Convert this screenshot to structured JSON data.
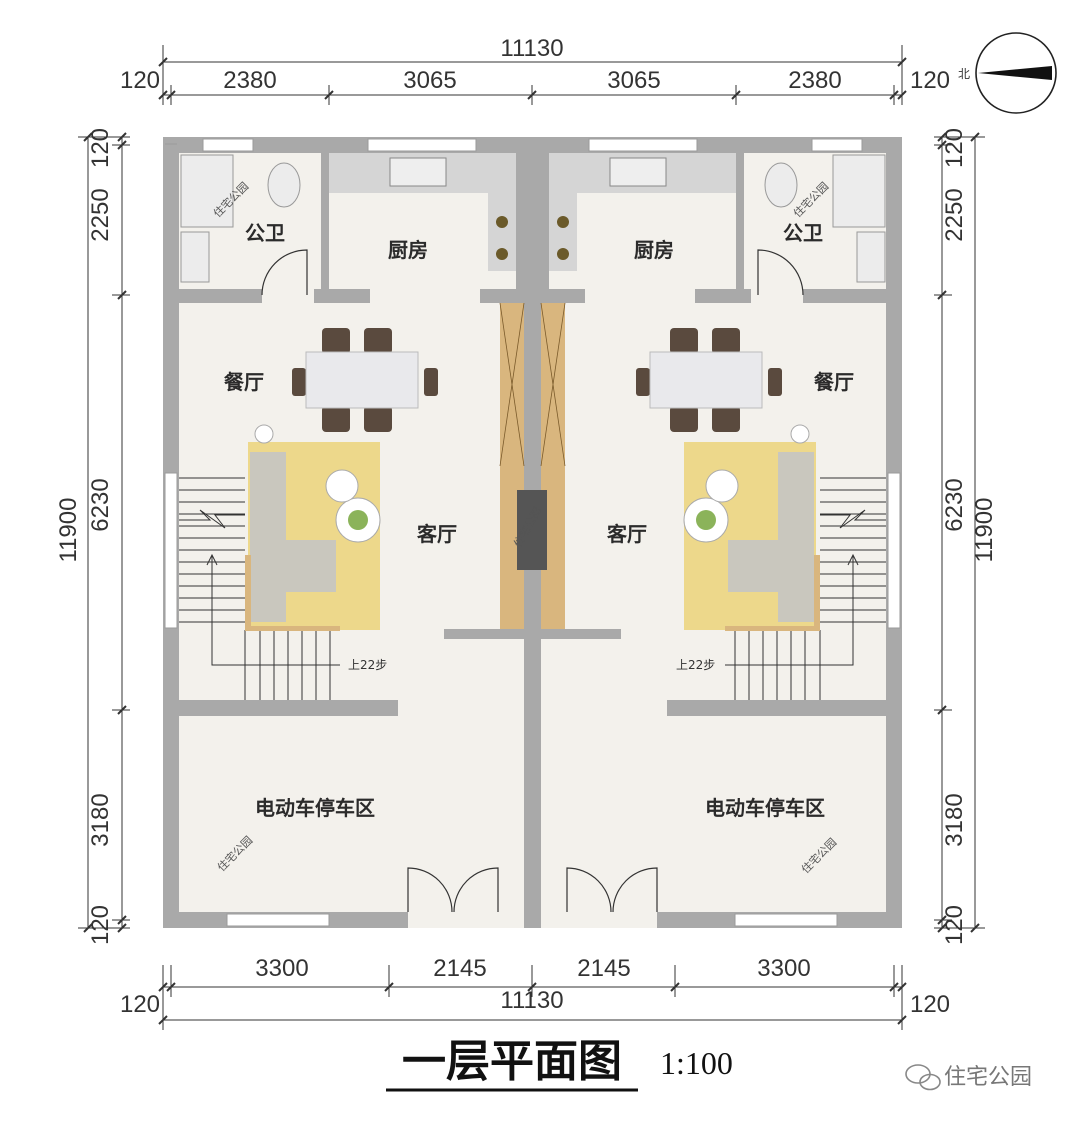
{
  "dimensions": {
    "top_total": "11130",
    "top_segments": [
      "120",
      "2380",
      "3065",
      "3065",
      "2380",
      "120"
    ],
    "bottom_segments": [
      "3300",
      "2145",
      "2145",
      "3300"
    ],
    "bottom_total": "11130",
    "bottom_edges": [
      "120",
      "120"
    ],
    "left_segments": [
      "120",
      "2250",
      "6230",
      "3180",
      "120"
    ],
    "left_total": "11900",
    "right_segments": [
      "120",
      "2250",
      "6230",
      "3180",
      "120"
    ],
    "right_total": "11900"
  },
  "rooms": {
    "bathroom": "公卫",
    "kitchen": "厨房",
    "dining": "餐厅",
    "living": "客厅",
    "parking": "电动车停车区"
  },
  "stairs_label": "上22步",
  "watermark": "住宅公园",
  "title": "一层平面图",
  "scale": "1:100",
  "brand": "住宅公园",
  "compass_label": "北",
  "colors": {
    "wall": "#a9a9a9",
    "floor": "#f3f1ec",
    "wood": "#d9b67e",
    "rug_yellow": "#e8c23c",
    "sofa": "#c9c7be"
  }
}
